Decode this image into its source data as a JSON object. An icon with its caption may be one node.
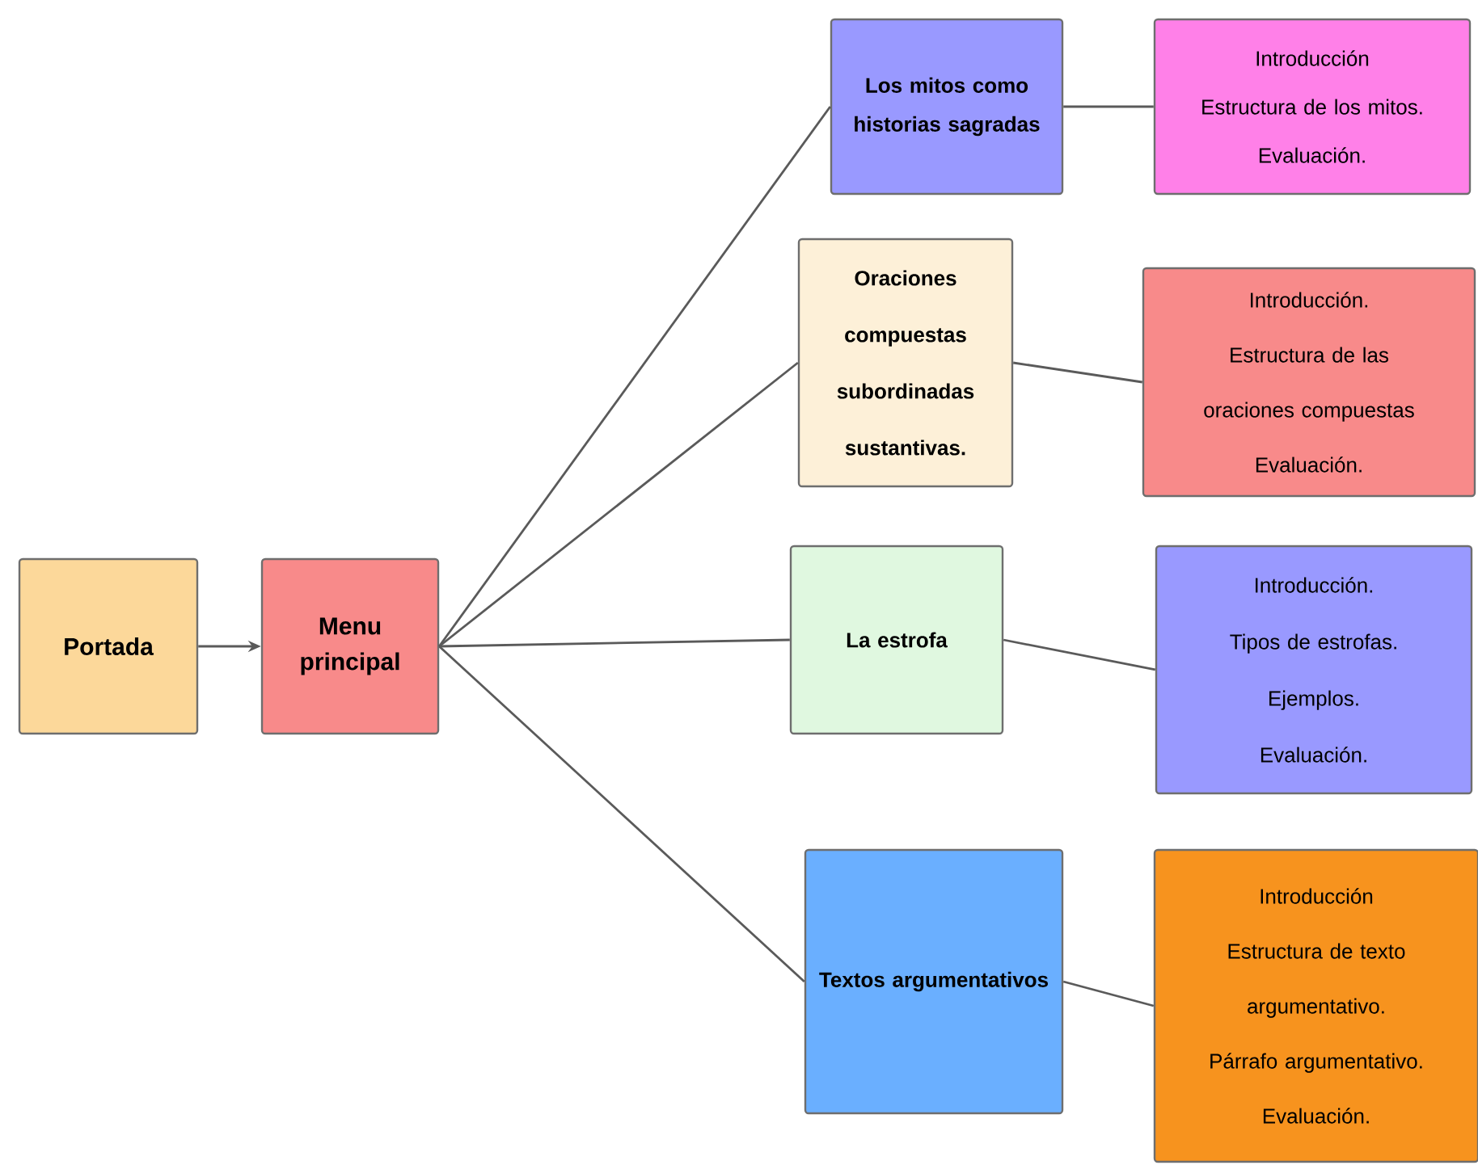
{
  "diagram": {
    "nodes": [
      {
        "text": [
          "Portada"
        ]
      },
      {
        "text": [
          "Menu principal"
        ]
      },
      {
        "text": [
          "Los mitos como historias sagradas"
        ]
      },
      {
        "text": [
          "Oraciones compuestas subordinadas sustantivas."
        ]
      },
      {
        "text": [
          "La estrofa"
        ]
      },
      {
        "text": [
          "Textos argumentativos"
        ]
      },
      {
        "text": [
          "Introducción",
          "Estructura de los mitos.",
          "Evaluación."
        ]
      },
      {
        "text": [
          "Introducción.",
          "Estructura de las oraciones compuestas",
          "Evaluación."
        ]
      },
      {
        "text": [
          "Introducción.",
          "Tipos de estrofas.",
          "Ejemplos.",
          "Evaluación."
        ]
      },
      {
        "text": [
          "Introducción",
          "Estructura de texto argumentativo.",
          "Párrafo argumentativo.",
          "Evaluación."
        ]
      }
    ],
    "edges": [
      {
        "from": 0,
        "to": 1,
        "arrow": "to"
      },
      {
        "from": 1,
        "to": 2,
        "arrow": "none"
      },
      {
        "from": 1,
        "to": 3,
        "arrow": "none"
      },
      {
        "from": 1,
        "to": 4,
        "arrow": "none"
      },
      {
        "from": 1,
        "to": 5,
        "arrow": "none"
      },
      {
        "from": 2,
        "to": 6,
        "arrow": "none"
      },
      {
        "from": 3,
        "to": 7,
        "arrow": "none"
      },
      {
        "from": 4,
        "to": 8,
        "arrow": "none"
      },
      {
        "from": 5,
        "to": 9,
        "arrow": "none"
      }
    ]
  }
}
